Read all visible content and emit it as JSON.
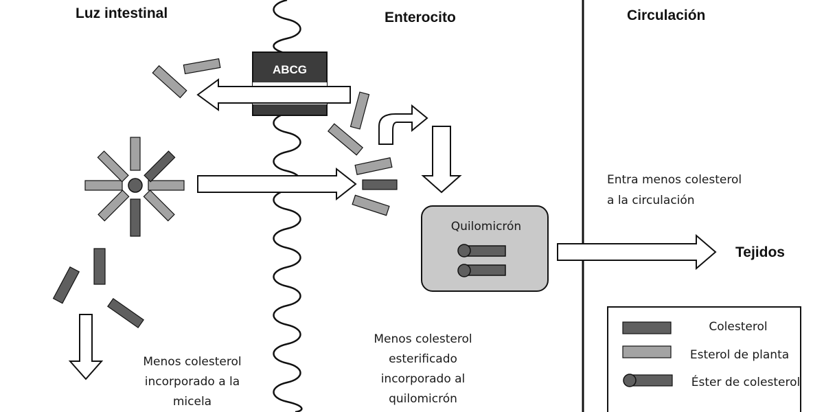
{
  "headers": {
    "lumen": "Luz intestinal",
    "enterocyte": "Enterocito",
    "circulation": "Circulación"
  },
  "transporter": {
    "label": "ABCG"
  },
  "chylomicron": {
    "label": "Quilomicrón"
  },
  "tissues": {
    "label": "Tejidos"
  },
  "notes": {
    "lumen": [
      "Menos colesterol",
      "incorporado a la",
      "micela"
    ],
    "enterocyte": [
      "Menos colesterol",
      "esterificado",
      "incorporado al",
      "quilomicrón"
    ],
    "circulation": [
      "Entra menos colesterol",
      "a la circulación"
    ]
  },
  "legend": {
    "items": [
      {
        "label": "Colesterol",
        "icon": "dark-bar"
      },
      {
        "label": "Esterol de planta",
        "icon": "light-bar"
      },
      {
        "label": "Éster de colesterol",
        "icon": "circle-bar"
      }
    ]
  },
  "colors": {
    "cholesterol": "#5f5f5f",
    "plant_sterol": "#a3a3a3",
    "chylomicron_fill": "#c9c9c9",
    "transporter": "#3c3c3c"
  }
}
